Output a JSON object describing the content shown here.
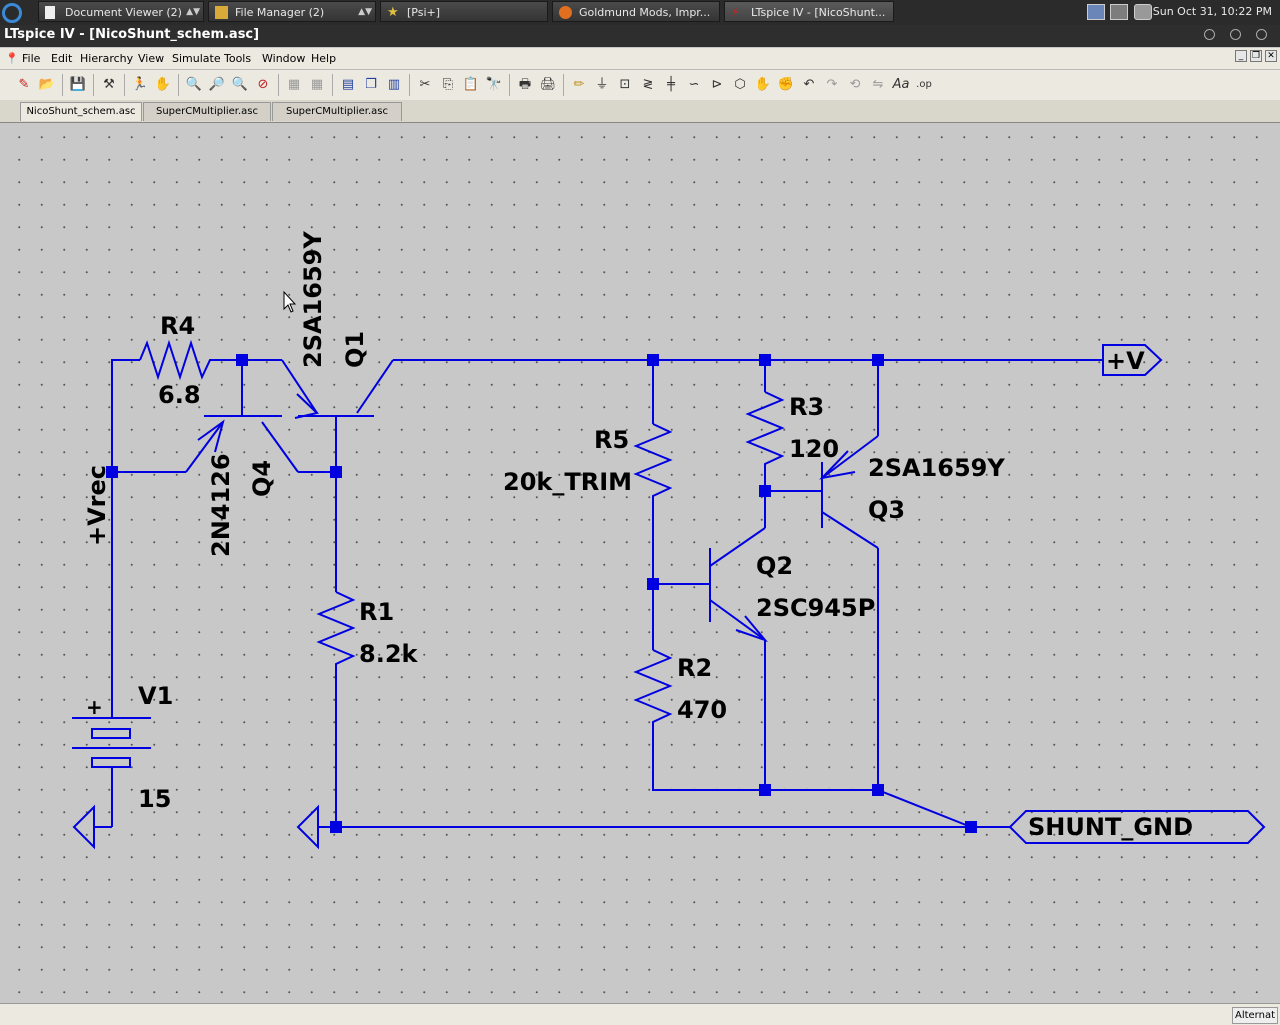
{
  "taskbar": {
    "tasks": [
      "Document Viewer (2)",
      "File Manager (2)",
      "[Psi+]",
      "Goldmund Mods, Impr...",
      "LTspice IV - [NicoShunt..."
    ],
    "clock": "Sun Oct 31, 10:22 PM"
  },
  "window": {
    "title": "LTspice IV - [NicoShunt_schem.asc]"
  },
  "menu": [
    "File",
    "Edit",
    "Hierarchy",
    "View",
    "Simulate",
    "Tools",
    "Window",
    "Help"
  ],
  "tabs": [
    "NicoShunt_schem.asc",
    "SuperCMultiplier.asc",
    "SuperCMultiplier.asc"
  ],
  "status": {
    "right": "Alternat"
  },
  "schematic": {
    "R4": {
      "ref": "R4",
      "value": "6.8"
    },
    "Q1": {
      "ref": "Q1",
      "model": "2SA1659Y"
    },
    "Q4": {
      "ref": "Q4",
      "model": "2N4126"
    },
    "R1": {
      "ref": "R1",
      "value": "8.2k"
    },
    "V1": {
      "ref": "V1",
      "value": "15",
      "plus": "+"
    },
    "R5": {
      "ref": "R5",
      "value": "20k_TRIM"
    },
    "R3": {
      "ref": "R3",
      "value": "120"
    },
    "Q3": {
      "ref": "Q3",
      "model": "2SA1659Y"
    },
    "Q2": {
      "ref": "Q2",
      "model": "2SC945P"
    },
    "R2": {
      "ref": "R2",
      "value": "470"
    },
    "net_vrec": "+Vrec",
    "port_v": "+V",
    "port_gnd": "SHUNT_GND"
  },
  "colors": {
    "wire": "#0000e0",
    "grid_dot": "#555555",
    "background": "#c8c8c8"
  }
}
